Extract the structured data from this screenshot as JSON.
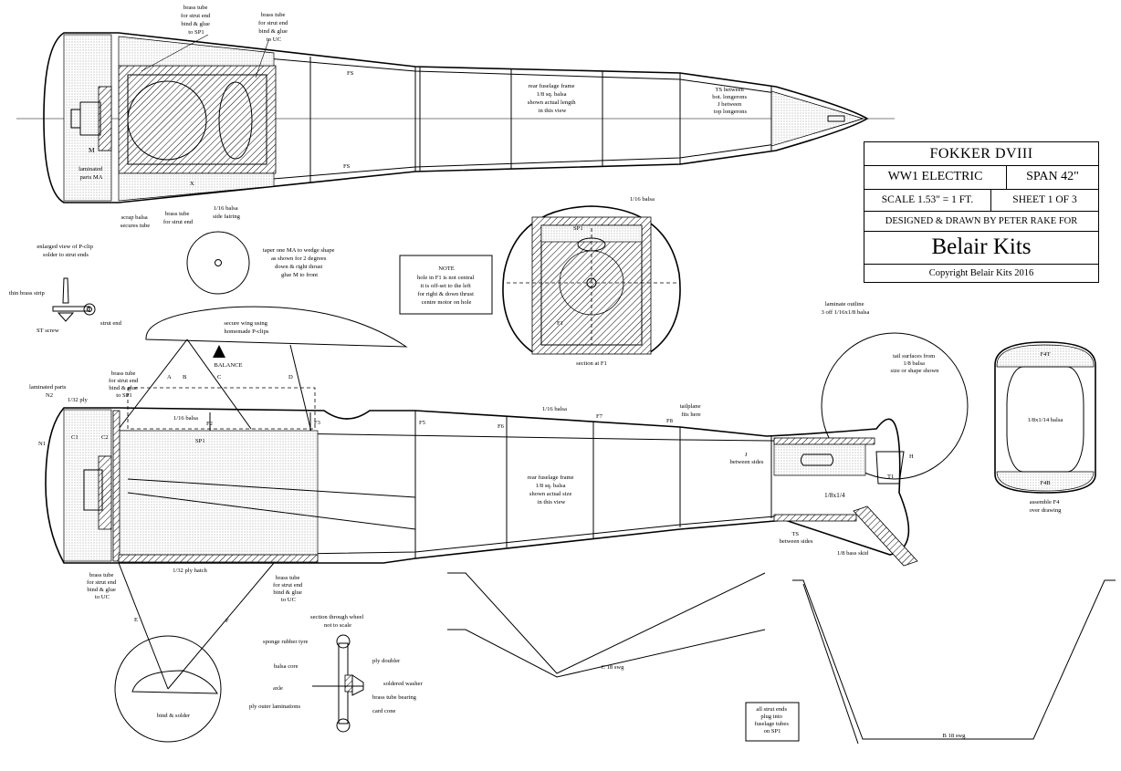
{
  "title_block": {
    "aircraft": "FOKKER DVIII",
    "type": "WW1 ELECTRIC",
    "span": "SPAN 42\"",
    "scale": "SCALE 1.53\" = 1 FT.",
    "sheet": "SHEET 1 OF 3",
    "designer": "DESIGNED & DRAWN BY PETER RAKE FOR",
    "brand": "Belair Kits",
    "copyright": "Copyright Belair Kits 2016"
  },
  "top_view": {
    "strut_tube_sp1": [
      "brass tube",
      "for strut end",
      "bind & glue",
      "to SP1"
    ],
    "strut_tube_uc": [
      "brass tube",
      "for strut end",
      "bind & glue",
      "to UC"
    ],
    "fs_top": "FS",
    "fs_bottom": "FS",
    "x_mark": "X",
    "m_label": "M",
    "laminated_ma": [
      "laminated",
      "parts MA"
    ],
    "scrap_balsa": [
      "scrap balsa",
      "secures tube"
    ],
    "brass_strut_end": [
      "brass tube",
      "for strut end"
    ],
    "side_fairing": [
      "1/16 balsa",
      "side fairing"
    ],
    "rear_frame": [
      "rear fuselage frame",
      "1/8 sq. balsa",
      "shown actual length",
      "in this view"
    ],
    "ts_note": [
      "TS between",
      "bot. longerons",
      "J between",
      "top longerons"
    ]
  },
  "details": {
    "pclip_title": [
      "enlarged view of P-clip",
      "solder to strut ends"
    ],
    "brass_strip": "thin brass strip",
    "st_screw": "ST screw",
    "strut_end": "strut end",
    "taper_note": [
      "taper one MA to wedge shape",
      "as shown for 2 degrees",
      "down & right thrust",
      "glue M to front"
    ],
    "note_title": "NOTE",
    "note_lines": [
      "hole in F1 is not central",
      "it is off-set to the left",
      "for right & down thrust",
      "centre motor on hole"
    ],
    "f1_balsa": "1/16 balsa",
    "f1_sp1": "SP1",
    "f1_label": "F1",
    "f1_caption": "section at F1"
  },
  "side_view": {
    "laminated": "laminated parts",
    "n2": "N2",
    "ply132": "1/32 ply",
    "n1": "N1",
    "c1": "C1",
    "c2": "C2",
    "secure_wing": [
      "secure wing using",
      "homemade P-clips"
    ],
    "balance": "BALANCE",
    "brass_sp1": [
      "brass tube",
      "for strut end",
      "bind & glue",
      "to SP1"
    ],
    "a": "A",
    "b": "B",
    "c": "C",
    "d": "D",
    "balsa116": "1/16 balsa",
    "f2": "F2",
    "f3": "F3",
    "sp1": "SP1",
    "f5": "F5",
    "f6": "F6",
    "f7": "F7",
    "f8": "F8",
    "balsa116_top": "1/16 balsa",
    "tailplane": [
      "tailplane",
      "fits here"
    ],
    "rear_frame": [
      "rear fuselage frame",
      "1/8 sq. balsa",
      "shown actual size",
      "in this view"
    ],
    "ply_hatch": "1/32 ply hatch",
    "brass_uc_left": [
      "brass tube",
      "for strut end",
      "bind & glue",
      "to UC"
    ],
    "brass_uc_right": [
      "brass tube",
      "for strut end",
      "bind & glue",
      "to UC"
    ],
    "j_between": [
      "J",
      "between sides"
    ],
    "ts_between": [
      "TS",
      "between sides"
    ],
    "strip": "1/8x1/4",
    "skid": "1/8 bass skid",
    "h": "H",
    "t1": "T1",
    "laminate_outline": [
      "laminate outline",
      "3 off 1/16x1/8 balsa"
    ],
    "tail_surfaces": [
      "tail surfaces from",
      "1/8 balsa",
      "size or shape shown"
    ],
    "e": "E",
    "f": "F"
  },
  "f4": {
    "f4t": "F4T",
    "f4b": "F4B",
    "strip": "1/8x1/14 balsa",
    "caption": [
      "assemble F4",
      "over drawing"
    ]
  },
  "wheel": {
    "title": [
      "section through wheel",
      "not to scale"
    ],
    "tyre": "sponge rubber tyre",
    "core": "balsa core",
    "axle": "axle",
    "outer": "ply outer laminations",
    "doubler": "ply doubler",
    "washer": "soldered washer",
    "bearing": "brass tube bearing",
    "cone": "card cone",
    "bind": "bind & solder"
  },
  "wire_parts": {
    "c_label": "C 18 swg",
    "b_label": "B 18 swg",
    "strut_note": [
      "all strut ends",
      "plug into",
      "fuselage tubes",
      "on SP1"
    ]
  }
}
